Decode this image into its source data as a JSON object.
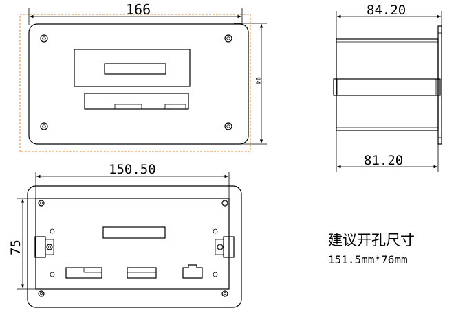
{
  "front_view": {
    "width_label": "166",
    "height_label": "94"
  },
  "side_view": {
    "top_label": "84.20",
    "bottom_label": "81.20"
  },
  "rear_view": {
    "width_label": "150.50",
    "height_label": "75"
  },
  "cutout_note": {
    "title": "建议开孔尺寸",
    "size": "151.5mm*76mm"
  },
  "colors": {
    "line": "#000000",
    "outline_dash": "#d98a3a"
  }
}
